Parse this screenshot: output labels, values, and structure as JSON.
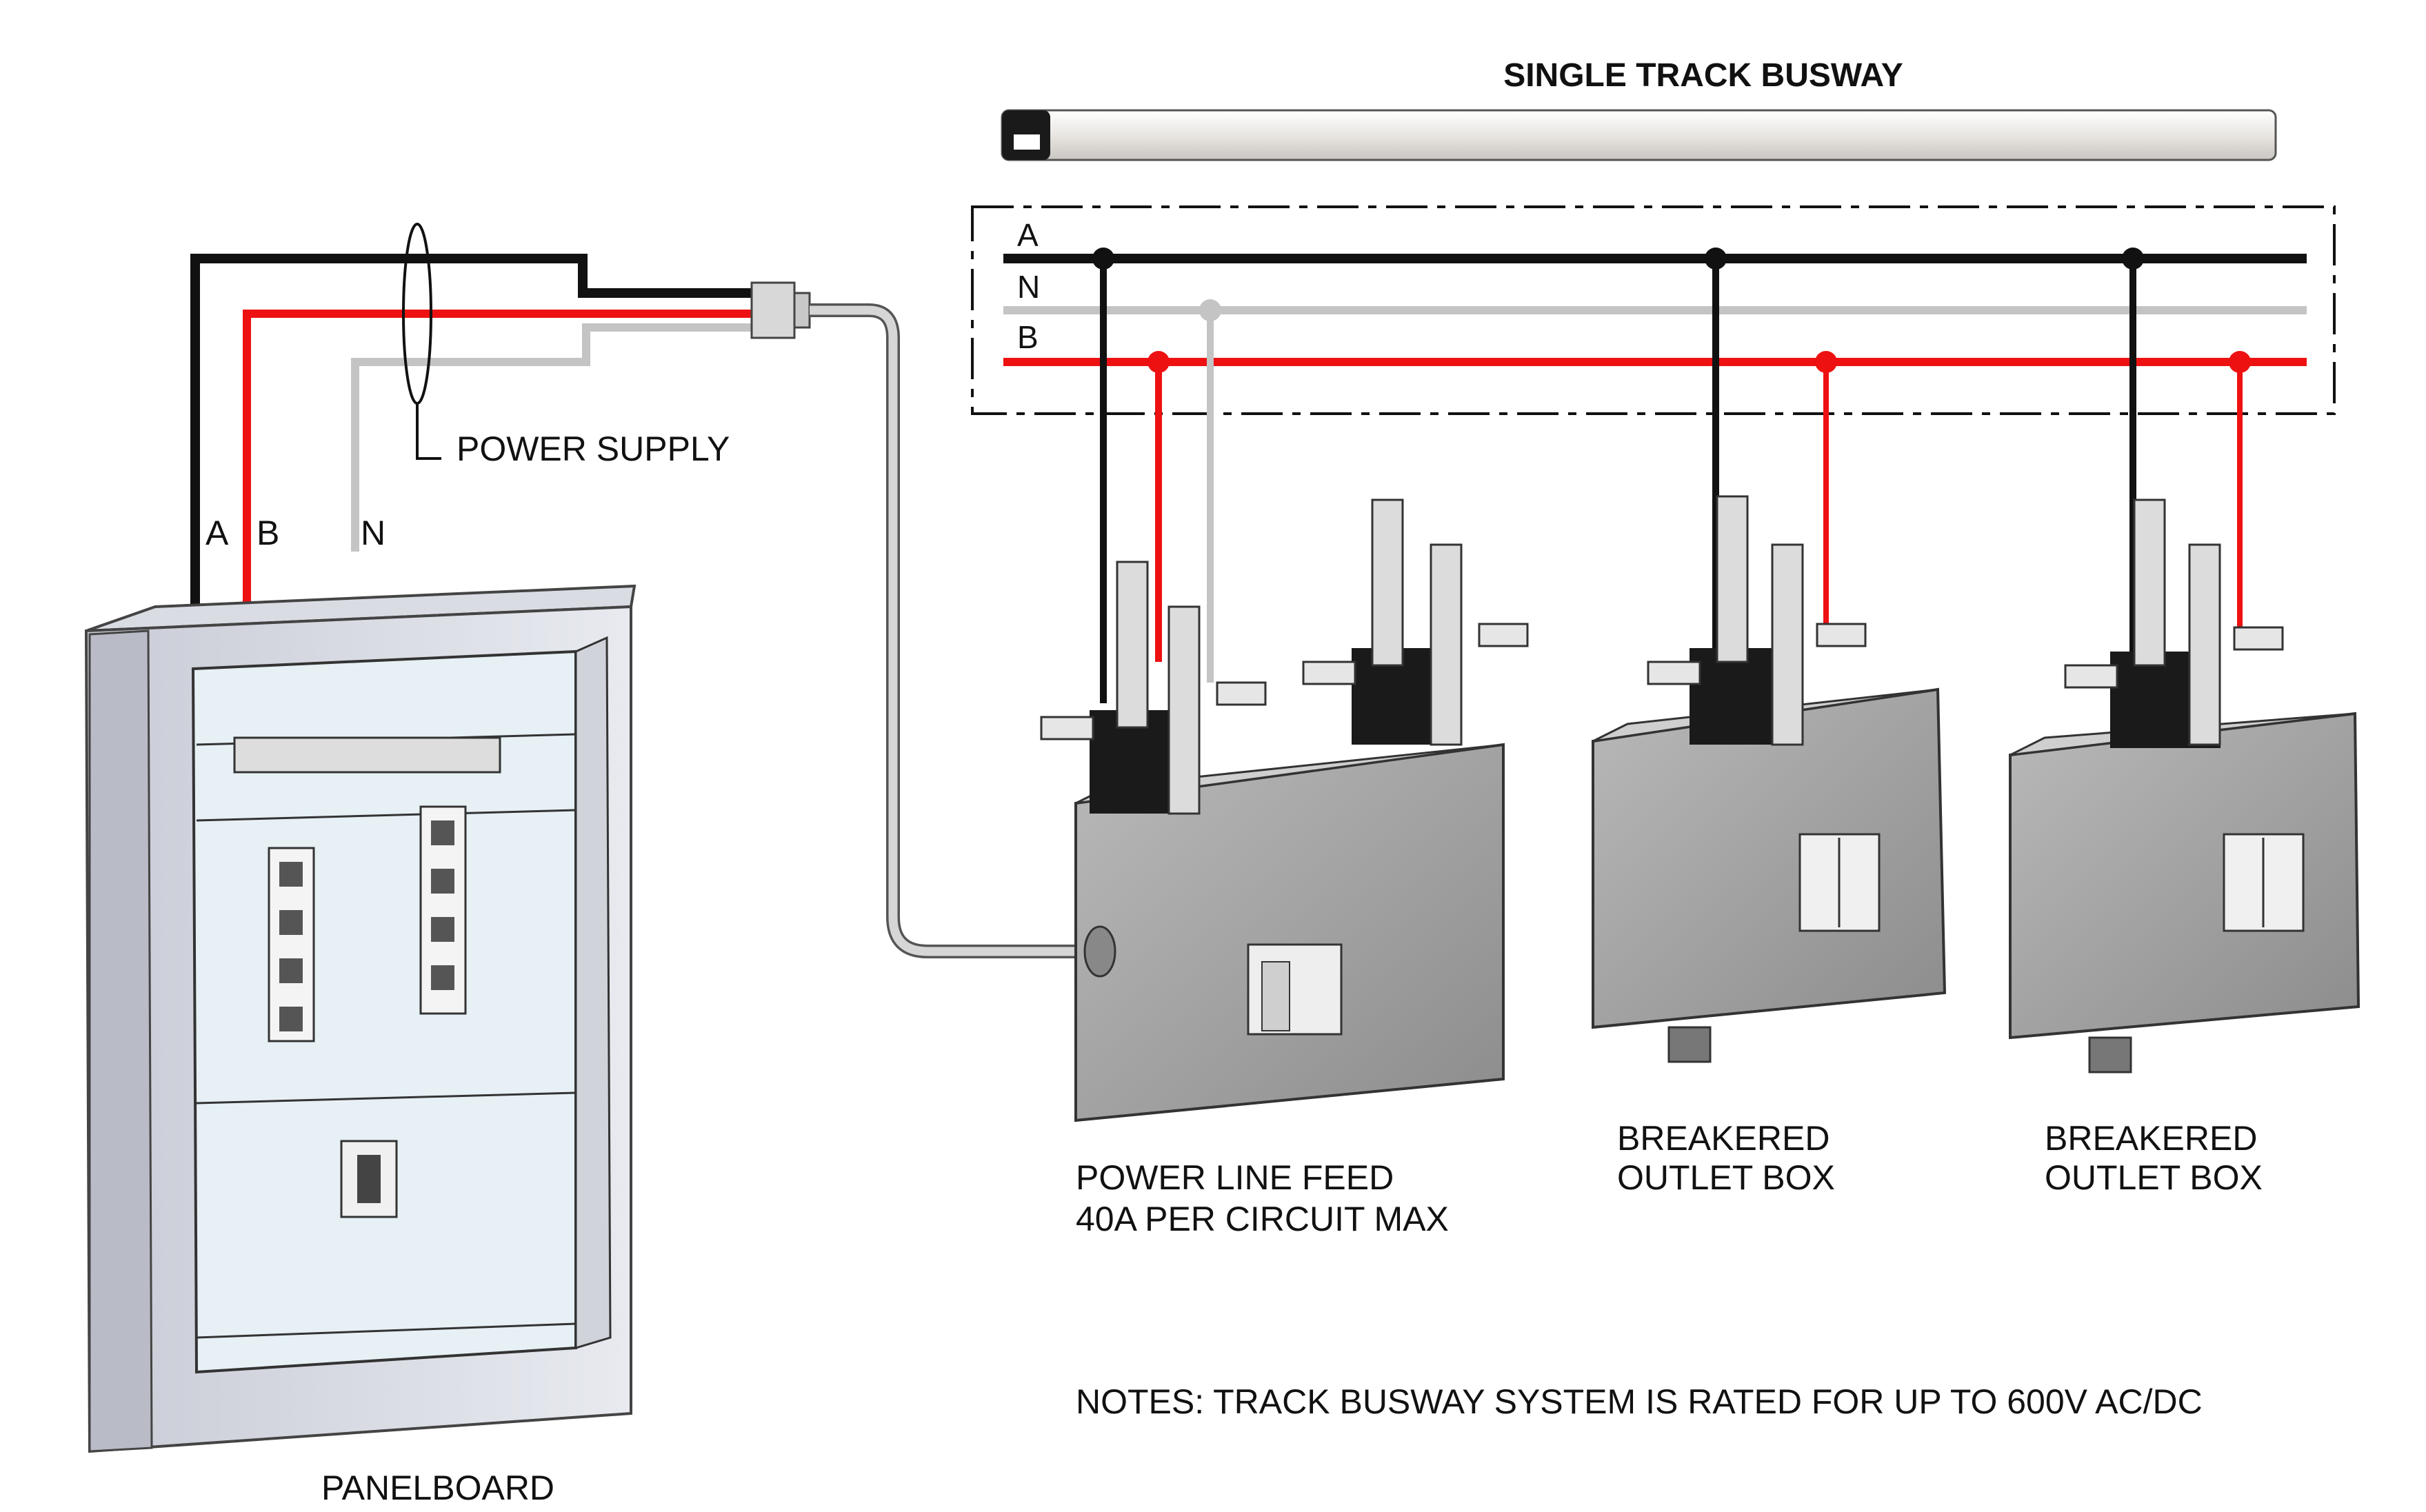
{
  "title": "SINGLE TRACK BUSWAY",
  "bus_labels": {
    "a": "A",
    "n": "N",
    "b": "B"
  },
  "feed_labels": {
    "a": "A",
    "b": "B",
    "n": "N"
  },
  "power_supply": "POWER SUPPLY",
  "panelboard": "PANELBOARD",
  "power_line_feed": {
    "line1": "POWER LINE FEED",
    "line2": "40A PER CIRCUIT MAX"
  },
  "outlet_box_1": {
    "line1": "BREAKERED",
    "line2": "OUTLET BOX"
  },
  "outlet_box_2": {
    "line1": "BREAKERED",
    "line2": "OUTLET BOX"
  },
  "notes": "NOTES: TRACK BUSWAY SYSTEM IS RATED FOR UP TO 600V AC/DC",
  "colors": {
    "phase_a": "#111111",
    "phase_b": "#ee1111",
    "neutral": "#c4c4c4",
    "metal": "#9a9a9a"
  }
}
